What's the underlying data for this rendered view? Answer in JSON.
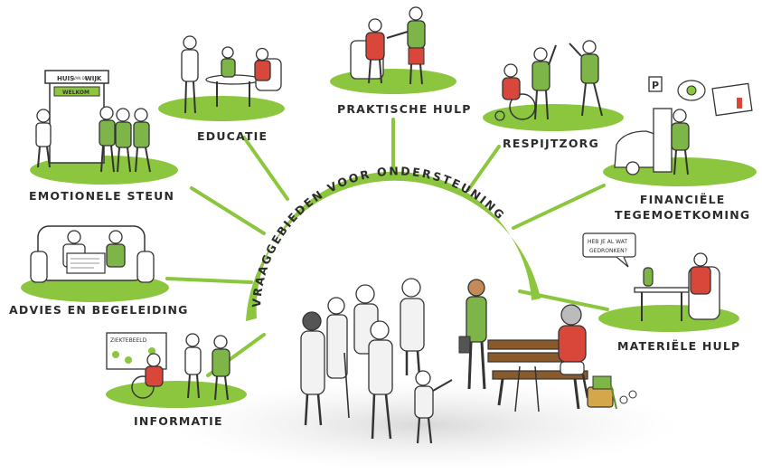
{
  "diagram": {
    "center_label": "VRAAGGEBIEDEN VOOR ONDERSTEUNING",
    "areas": [
      {
        "id": "emotionele-steun",
        "label": "EMOTIONELE STEUN"
      },
      {
        "id": "educatie",
        "label": "EDUCATIE"
      },
      {
        "id": "praktische-hulp",
        "label": "PRAKTISCHE HULP"
      },
      {
        "id": "respijtzorg",
        "label": "RESPIJTZORG"
      },
      {
        "id": "financiele-tegemoetkoming",
        "label_line1": "FINANCIËLE",
        "label_line2": "TEGEMOETKOMING"
      },
      {
        "id": "advies-en-begeleiding",
        "label": "ADVIES EN BEGELEIDING"
      },
      {
        "id": "materiele-hulp",
        "label": "MATERIËLE HULP"
      },
      {
        "id": "informatie",
        "label": "INFORMATIE"
      }
    ],
    "sign_text_line1": "HUIS",
    "sign_text_small": "VAN DE",
    "sign_text_line2": "WIJK",
    "sign_subtext": "WELKOM",
    "speech_bubble_line1": "HEB JE AL WAT",
    "speech_bubble_line2": "GEDRONKEN?",
    "board_text": "ZIEKTEBEELD",
    "colors": {
      "accent_green": "#8cc63f",
      "green_dark": "#5c8f2a",
      "shirt_green": "#7db548",
      "shirt_red": "#d9473a",
      "ink": "#333333"
    }
  }
}
